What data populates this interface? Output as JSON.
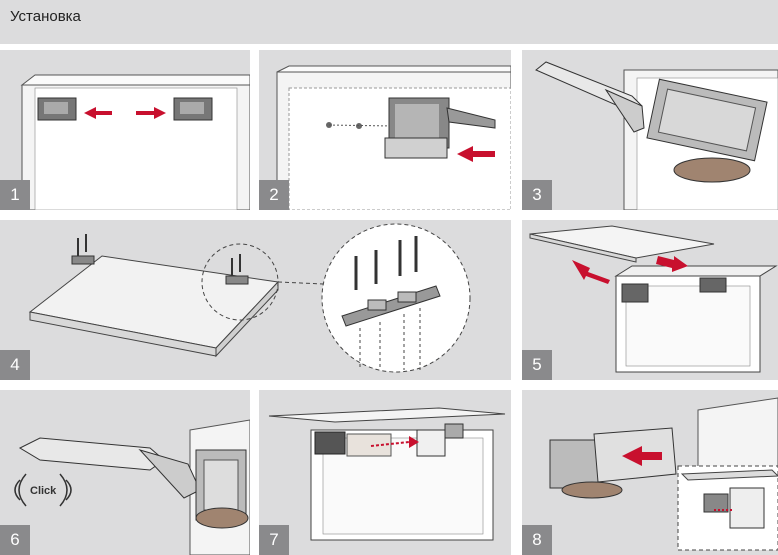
{
  "header": {
    "title": "Установка"
  },
  "steps": [
    {
      "number": "1"
    },
    {
      "number": "2"
    },
    {
      "number": "3"
    },
    {
      "number": "4"
    },
    {
      "number": "5"
    },
    {
      "number": "6",
      "sound_label": "Click"
    },
    {
      "number": "7"
    },
    {
      "number": "8"
    }
  ],
  "colors": {
    "background": "#dcdcdd",
    "badge": "#8a8a8c",
    "arrow": "#c8102e",
    "cabinet_line": "#555555"
  }
}
